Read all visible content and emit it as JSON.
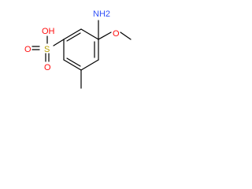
{
  "molecule": {
    "labels": {
      "sulfonic_oh": "OH",
      "sulfur": "S",
      "sulfonyl_o": "O",
      "amino": "NH2",
      "methoxy_o": "O"
    },
    "colors": {
      "oxygen": "#ff0d0d",
      "nitrogen": "#3050f8",
      "sulfur": "#b8a000",
      "bond": "#000000"
    }
  }
}
